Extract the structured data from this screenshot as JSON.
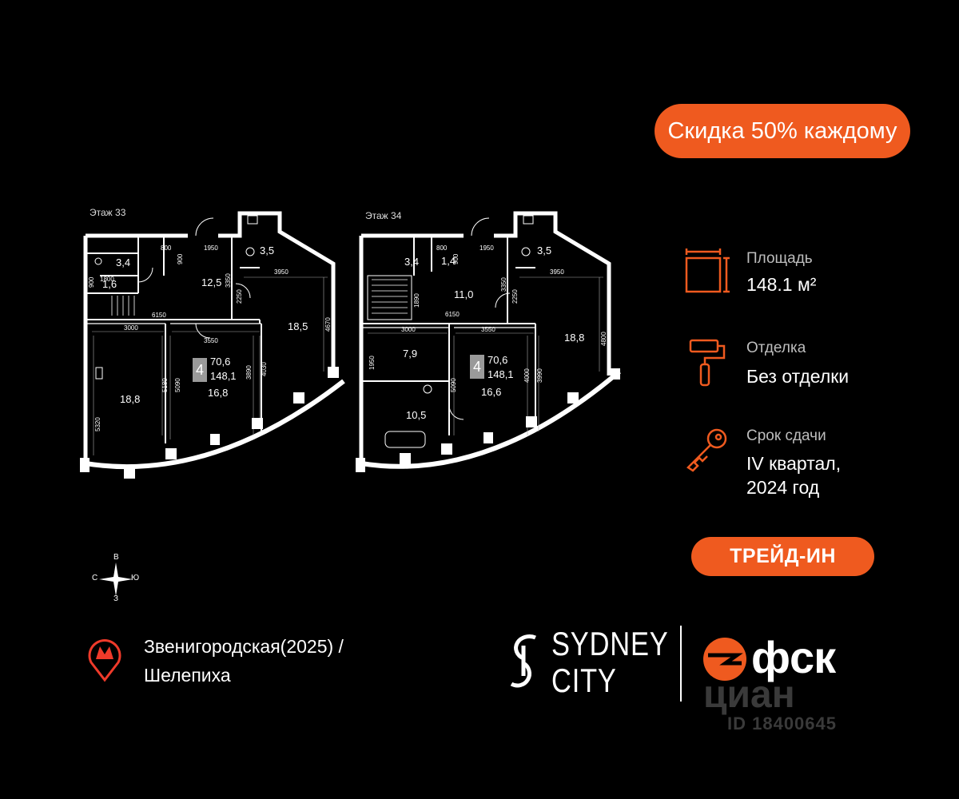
{
  "promo_label": "Скидка 50% каждому",
  "trade_in_label": "ТРЕЙД-ИН",
  "floors": [
    {
      "label": "Этаж 33",
      "rooms_count": "4",
      "living_area": "70,6",
      "total_area": "148,1",
      "areas": [
        "3,4",
        "1,6",
        "12,5",
        "3,5",
        "18,5",
        "18,8",
        "16,8"
      ],
      "dims": [
        "800",
        "900",
        "1950",
        "1800",
        "900",
        "3350",
        "2250",
        "3950",
        "6150",
        "3000",
        "3550",
        "4670",
        "5180",
        "5090",
        "3890",
        "4030",
        "5320"
      ]
    },
    {
      "label": "Этаж 34",
      "rooms_count": "4",
      "living_area": "70,6",
      "total_area": "148,1",
      "areas": [
        "3,4",
        "1,4",
        "11,0",
        "3,5",
        "18,8",
        "7,9",
        "16,6",
        "10,5"
      ],
      "dims": [
        "800",
        "900",
        "1950",
        "1890",
        "3350",
        "2250",
        "3950",
        "6150",
        "3000",
        "3550",
        "4800",
        "1950",
        "5090",
        "4000",
        "3990"
      ]
    }
  ],
  "compass": {
    "north": "В",
    "west": "С",
    "east": "Ю",
    "south": "З"
  },
  "info": {
    "area_label": "Площадь",
    "area_value": "148.1 м²",
    "finish_label": "Отделка",
    "finish_value": "Без отделки",
    "deadline_label": "Срок сдачи",
    "deadline_line1": "IV квартал,",
    "deadline_line2": "2024 год"
  },
  "metro": {
    "line1": "Звенигородская(2025) /",
    "line2": "Шелепиха"
  },
  "brand": {
    "sydney_line1": "SYDNEY",
    "sydney_line2": "CITY",
    "fsk": "фск"
  },
  "watermark": {
    "cian": "циан",
    "id": "ID 18400645"
  },
  "colors": {
    "accent": "#ef5a1f",
    "background": "#000000",
    "text": "#ffffff"
  },
  "icons": [
    "area-icon",
    "paint-roller-icon",
    "key-icon",
    "metro-pin-icon",
    "compass-icon"
  ]
}
